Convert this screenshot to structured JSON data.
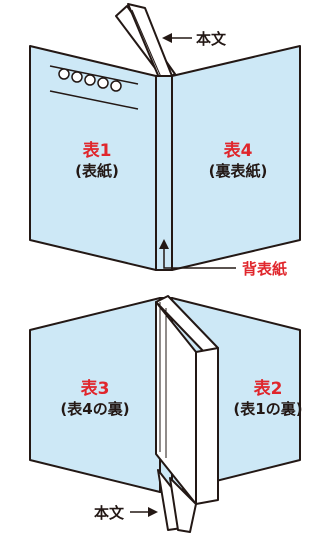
{
  "top_book": {
    "cover1": {
      "title": "表1",
      "subtitle": "(表紙)"
    },
    "cover4": {
      "title": "表4",
      "subtitle": "(裏表紙)"
    },
    "body_label": "本文",
    "spine_label": "背表紙"
  },
  "bottom_book": {
    "cover3": {
      "title": "表3",
      "subtitle": "(表4の裏)"
    },
    "cover2": {
      "title": "表2",
      "subtitle": "(表1の裏)"
    },
    "body_label": "本文"
  },
  "colors": {
    "cover_fill": "#cde8f6",
    "outline": "#231815",
    "accent": "#e0262c",
    "page_fill": "#ffffff"
  }
}
